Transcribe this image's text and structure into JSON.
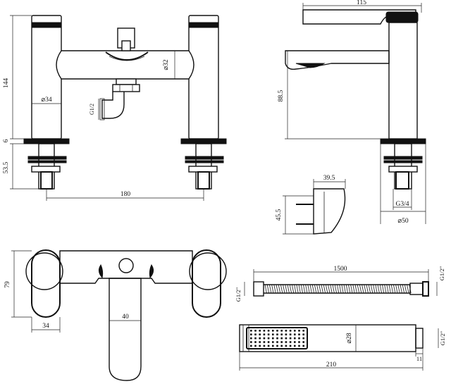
{
  "dimensions": {
    "bath_filler_front": {
      "height": "144",
      "flange": "6",
      "thread_length": "53.5",
      "body_diameter": "⌀34",
      "diverter_diameter": "⌀32",
      "outlet_thread": "G1/2",
      "centres": "180"
    },
    "basin_mixer_side": {
      "reach": "115",
      "spout_height": "88.5",
      "inlet_thread": "G3/4",
      "base_diameter": "⌀50"
    },
    "handset_holder": {
      "width": "39.5",
      "height": "45.5"
    },
    "wall_mixer_front": {
      "height": "79",
      "plate": "34",
      "lever": "40"
    },
    "shower_hose": {
      "length": "1500",
      "left_thread": "G1/2\"",
      "right_thread": "G1/2\""
    },
    "shower_handset": {
      "diameter": "⌀28",
      "thread": "G1/2\"",
      "connector": "11",
      "length": "210"
    }
  }
}
